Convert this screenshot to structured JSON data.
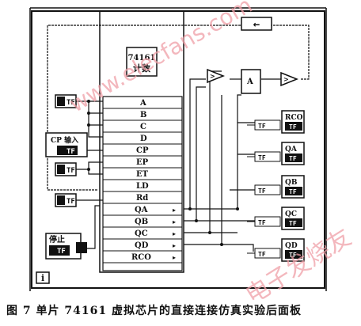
{
  "panel": {
    "chip": {
      "part": "74161",
      "mode": "计数"
    },
    "pins_in": [
      "A",
      "B",
      "C",
      "D",
      "CP",
      "EP",
      "ET",
      "LD",
      "Rd"
    ],
    "pins_out": [
      "QA",
      "QB",
      "QC",
      "QD",
      "RCO"
    ],
    "left_controls": [
      {
        "text": "TF",
        "label": ""
      },
      {
        "text": "TF",
        "label": "CP 输入"
      },
      {
        "text": "TF",
        "label": ""
      },
      {
        "text": "TF",
        "label": ""
      }
    ],
    "stop_button": {
      "label": "停止",
      "value": "TF"
    },
    "logic": {
      "and_block": "A",
      "arrow": "←"
    },
    "indicators": [
      {
        "name": "RCO",
        "type": "TF",
        "value": "TF"
      },
      {
        "name": "QA",
        "type": "TF",
        "value": "TF"
      },
      {
        "name": "QB",
        "type": "TF",
        "value": "TF"
      },
      {
        "name": "QC",
        "type": "TF",
        "value": "TF"
      },
      {
        "name": "QD",
        "type": "TF",
        "value": "TF"
      }
    ],
    "corner_symbol": "i"
  },
  "caption": "图 7   单片 74161 虚拟芯片的直接连接仿真实验后面板",
  "watermarks": [
    "www.elecfans.com",
    "电子发烧友"
  ]
}
